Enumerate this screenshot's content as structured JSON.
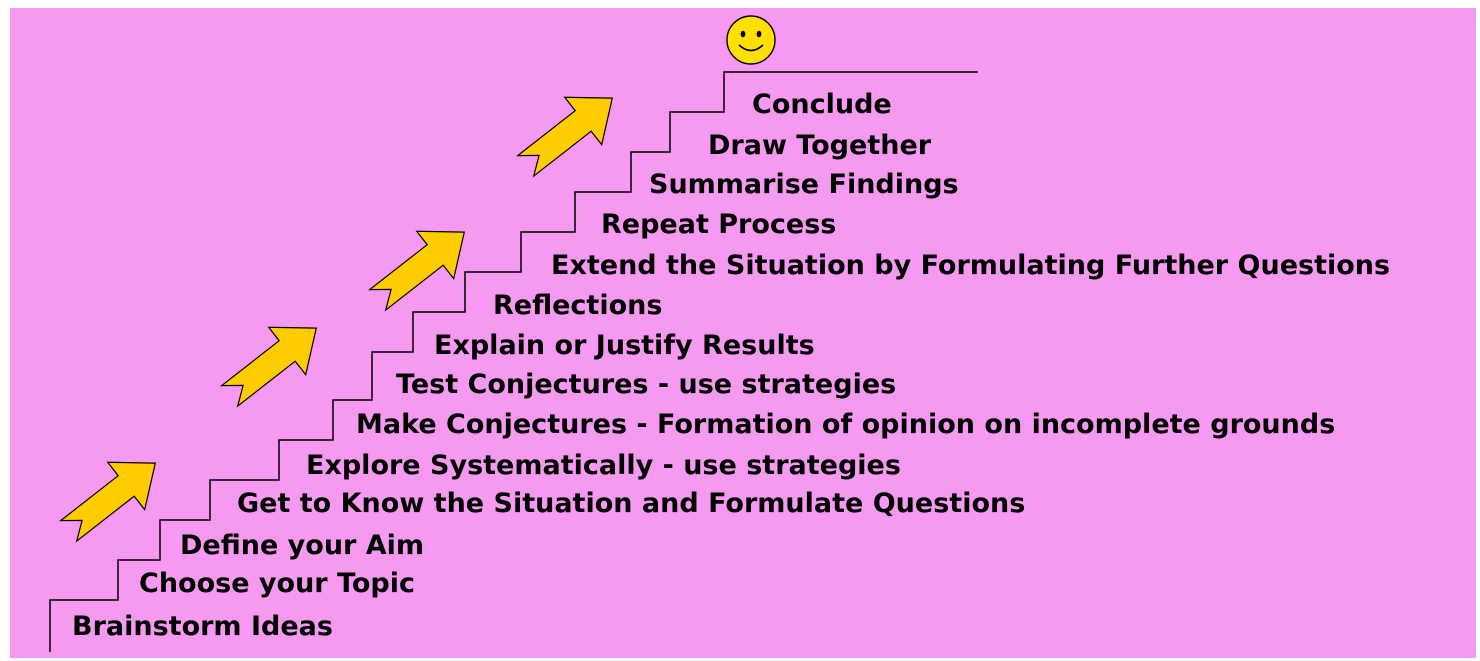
{
  "colors": {
    "background": "#f59af0",
    "arrow_fill": "#ffcc00",
    "face_fill": "#ffe000",
    "stroke": "#000000"
  },
  "icons": {
    "face": "smiley-face-icon",
    "arrow": "up-right-arrow-icon"
  },
  "steps": [
    {
      "label": "Brainstorm Ideas"
    },
    {
      "label": "Choose your Topic"
    },
    {
      "label": "Define your Aim"
    },
    {
      "label": "Get to Know the Situation and Formulate Questions"
    },
    {
      "label": "Explore Systematically - use strategies"
    },
    {
      "label": "Make Conjectures - Formation of opinion on incomplete grounds"
    },
    {
      "label": "Test Conjectures - use strategies"
    },
    {
      "label": "Explain or Justify Results"
    },
    {
      "label": "Reflections"
    },
    {
      "label": "Extend the Situation by Formulating Further Questions"
    },
    {
      "label": "Repeat Process"
    },
    {
      "label": "Summarise Findings"
    },
    {
      "label": "Draw Together"
    },
    {
      "label": "Conclude"
    }
  ]
}
